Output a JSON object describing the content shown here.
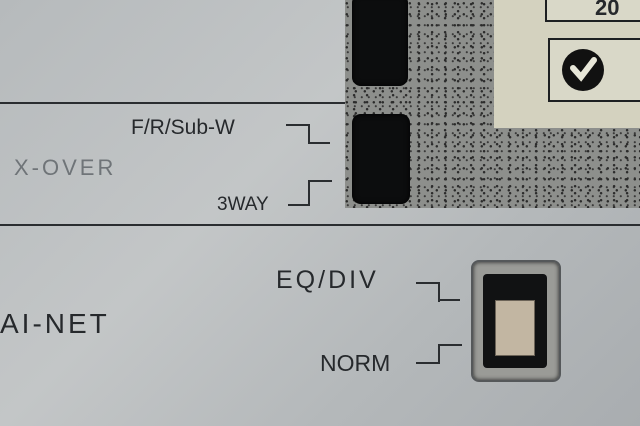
{
  "labels": {
    "xover_top": "F/R/Sub-W",
    "xover_bottom": "3WAY",
    "xover_title": "X-OVER",
    "eq_top": "EQ/DIV",
    "eq_bottom": "NORM",
    "ainet": "AI-NET",
    "badge_text": "20"
  },
  "icons": {
    "brand_mark": "c-check-logo"
  }
}
